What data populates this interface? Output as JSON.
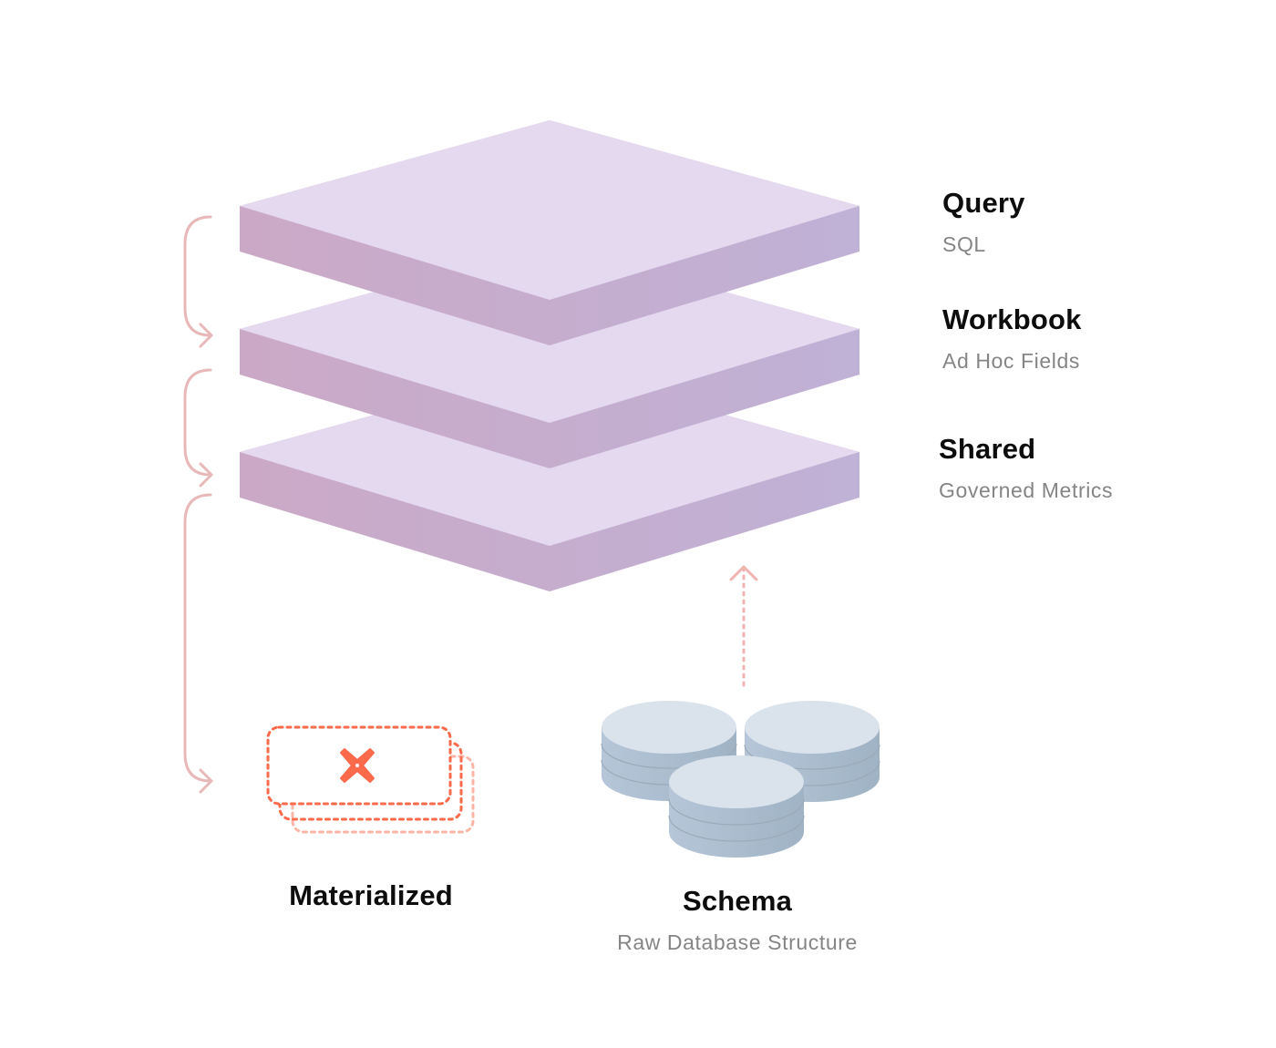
{
  "layers": [
    {
      "id": "query",
      "title": "Query",
      "subtitle": "SQL"
    },
    {
      "id": "workbook",
      "title": "Workbook",
      "subtitle": "Ad Hoc Fields"
    },
    {
      "id": "shared",
      "title": "Shared",
      "subtitle": "Governed Metrics"
    }
  ],
  "materialized": {
    "title": "Materialized",
    "icon": "dbt-logo-icon"
  },
  "schema": {
    "title": "Schema",
    "subtitle": "Raw Database Structure",
    "icon": "database-cylinders-icon"
  },
  "colors": {
    "slab_top": "#e5d9f0",
    "slab_side_left": "#cba9c6",
    "slab_side_right": "#c0b1d6",
    "connector": "#e8b8b8",
    "dbt_accent": "#fb6a4a",
    "dbt_light": "#fdb6a6",
    "cylinder_top": "#dae3ec",
    "cylinder_side_left": "#b6c6d8",
    "cylinder_side_right": "#9fb3c5",
    "dotted_arrow": "#f2b3b3"
  }
}
